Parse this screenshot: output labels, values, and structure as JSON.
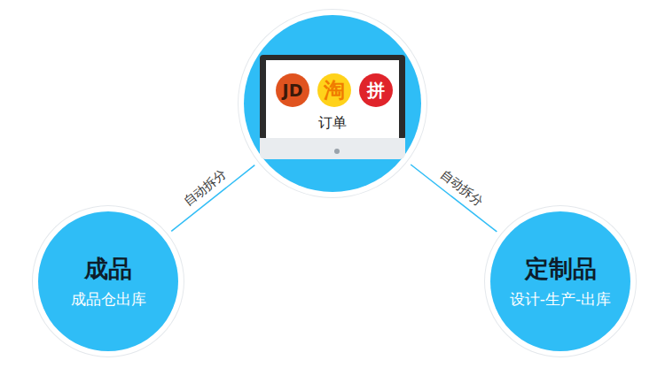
{
  "diagram": {
    "nodes": [
      {
        "text": [
          "订单"
        ]
      },
      {
        "text": [
          "JD"
        ],
        "in": 0
      },
      {
        "text": [
          "淘"
        ],
        "in": 0
      },
      {
        "text": [
          "拼"
        ],
        "in": 0
      },
      {
        "text": [
          "成品",
          "成品仓出库"
        ]
      },
      {
        "text": [
          "定制品",
          "设计-生产-出库"
        ]
      }
    ],
    "edges": [
      {
        "from": 0,
        "to": 4,
        "label": "自动拆分",
        "arrow": "none"
      },
      {
        "from": 0,
        "to": 5,
        "label": "自动拆分",
        "arrow": "none"
      }
    ]
  }
}
